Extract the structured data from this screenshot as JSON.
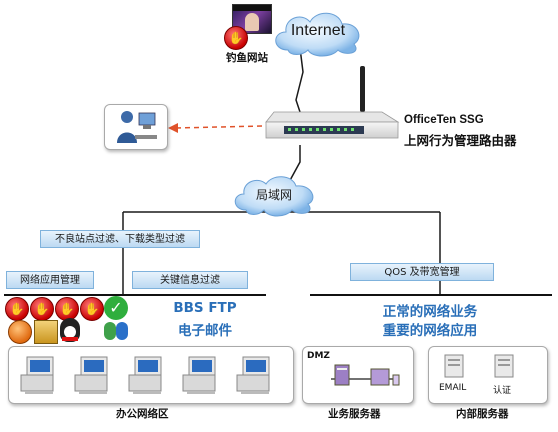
{
  "internet": {
    "label": "Internet",
    "phishing_caption": "钓鱼网站"
  },
  "router": {
    "brand": "OfficeTen SSG",
    "subtitle": "上网行为管理路由器"
  },
  "lan": {
    "label": "局域网"
  },
  "filters": {
    "site_filter": "不良站点过滤、下载类型过滤",
    "app_management": "网络应用管理",
    "keyword_filter": "关键信息过滤",
    "qos": "QOS 及带宽管理"
  },
  "services": {
    "left_line1": "BBS FTP",
    "left_line2": "电子邮件",
    "right_line1": "正常的网络业务",
    "right_line2": "重要的网络应用"
  },
  "zones": {
    "office": "办公网络区",
    "business_servers": "业务服务器",
    "internal_servers": "内部服务器",
    "dmz": "DMZ",
    "email": "EMAIL",
    "auth": "认证"
  },
  "colors": {
    "accent_blue": "#2a6fb8",
    "arrow_orange": "#e0522a",
    "bar_border": "#7fb2dc"
  }
}
